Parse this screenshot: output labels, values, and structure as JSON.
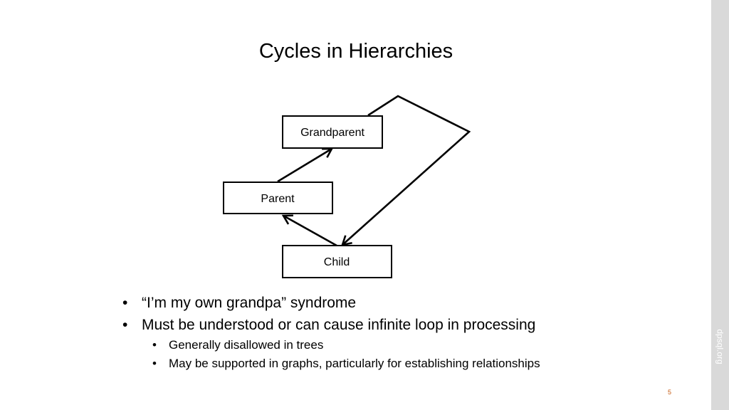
{
  "slide": {
    "title": "Cycles in Hierarchies",
    "side_text": "dpsql.org",
    "page_number": "5"
  },
  "diagram": {
    "nodes": {
      "grandparent": "Grandparent",
      "parent": "Parent",
      "child": "Child"
    },
    "edges": [
      {
        "from": "parent",
        "to": "grandparent"
      },
      {
        "from": "child",
        "to": "parent"
      },
      {
        "from": "grandparent",
        "to": "child"
      }
    ]
  },
  "bullets": [
    {
      "text": "“I’m my own grandpa” syndrome",
      "level": 1
    },
    {
      "text": "Must be understood or can cause infinite loop in processing",
      "level": 1
    },
    {
      "text": "Generally disallowed in trees",
      "level": 2
    },
    {
      "text": "May be supported in graphs, particularly for establishing relationships",
      "level": 2
    }
  ],
  "colors": {
    "side_bar": "#d9d9d9",
    "page_number": "#c55a11"
  }
}
